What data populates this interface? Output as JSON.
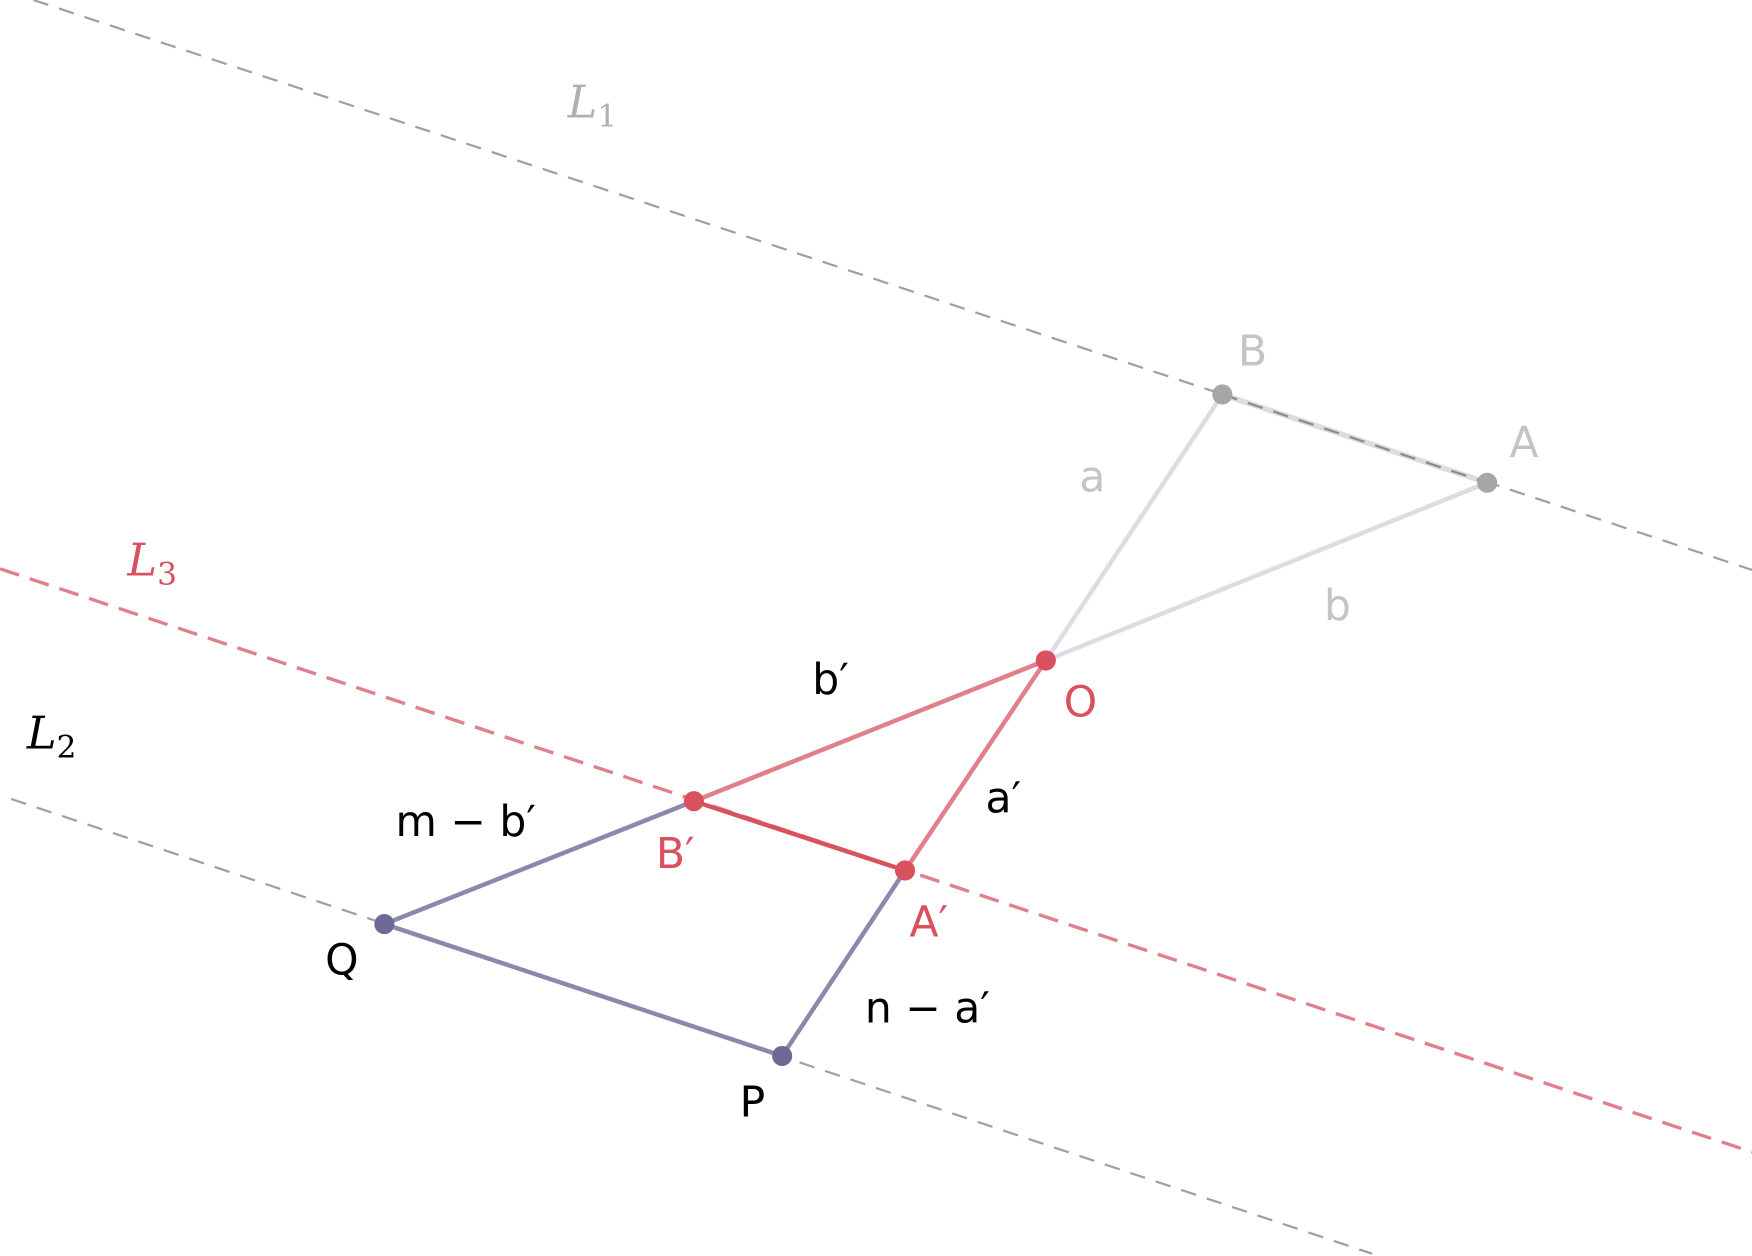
{
  "colors": {
    "gray_point": "#a6a6a6",
    "gray_line": "#dcdce4",
    "gray_label": "#c4c4c4",
    "dash": "#a0a0a0",
    "red": "#d9505e",
    "red_line": "#e0808a",
    "purple": "#6e6a96",
    "black": "#000000"
  },
  "lines": {
    "L1": {
      "name": "L",
      "sub": "1"
    },
    "L2": {
      "name": "L",
      "sub": "2"
    },
    "L3": {
      "name": "L",
      "sub": "3"
    }
  },
  "points": {
    "A": "A",
    "B": "B",
    "O": "O",
    "A_prime": "A′",
    "B_prime": "B′",
    "P": "P",
    "Q": "Q"
  },
  "segments": {
    "a": "a",
    "b": "b",
    "a_prime": "a′",
    "b_prime": "b′",
    "m_minus_b_prime": "m − b′",
    "n_minus_a_prime": "n − a′"
  }
}
